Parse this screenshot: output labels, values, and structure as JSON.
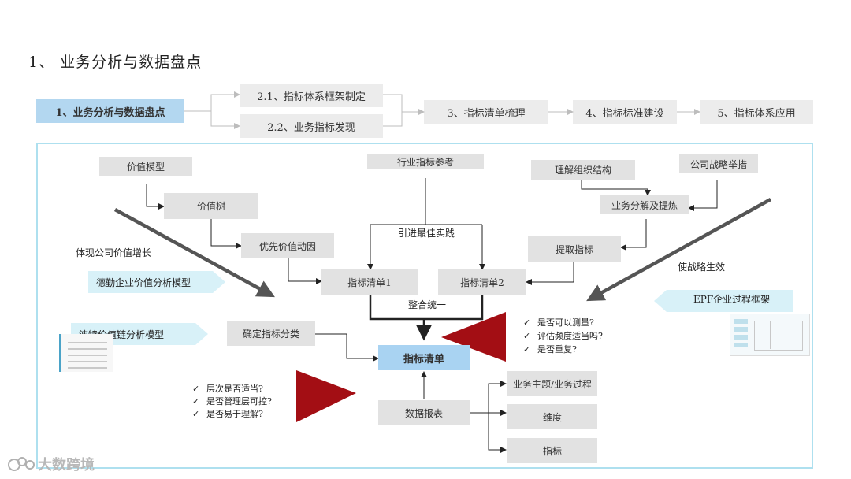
{
  "page_title": "1、 业务分析与数据盘点",
  "process_steps": {
    "step1": "1、业务分析与数据盘点",
    "step2_1": "2.1、指标体系框架制定",
    "step2_2": "2.2、业务指标发现",
    "step3": "3、指标清单梳理",
    "step4": "4、指标标准建设",
    "step5": "5、指标体系应用"
  },
  "diagram": {
    "value_model": "价值模型",
    "value_tree": "价值树",
    "priority_driver": "优先价值动因",
    "industry_reference": "行业指标参考",
    "best_practice": "引进最佳实践",
    "understand_org": "理解组织结构",
    "company_strategy": "公司战略举措",
    "business_decompose": "业务分解及提炼",
    "extract_metrics": "提取指标",
    "list1": "指标清单1",
    "list2": "指标清单2",
    "integrate": "整合统一",
    "classify": "确定指标分类",
    "metric_list": "指标清单",
    "data_report": "数据报表",
    "theme": "业务主题/业务过程",
    "dimension": "维度",
    "metric": "指标",
    "reflect_value": "体现公司价值增长",
    "strategy_effect": "使战略生效",
    "deloitte_model": "德勤企业价值分析模型",
    "porter_model": "波特价值链分析模型",
    "epf_model": "EPF企业过程框架",
    "checks_right": [
      "是否可以测量?",
      "评估频度适当吗?",
      "是否重复?"
    ],
    "checks_left": [
      "层次是否适当?",
      "是否管理层可控?",
      "是否易于理解?"
    ]
  },
  "watermark": "大数跨境",
  "colors": {
    "accent_blue": "#b3d7f0",
    "banner": "#d8f1f8",
    "triangle": "#a30e14",
    "frame": "#aee0ef"
  }
}
